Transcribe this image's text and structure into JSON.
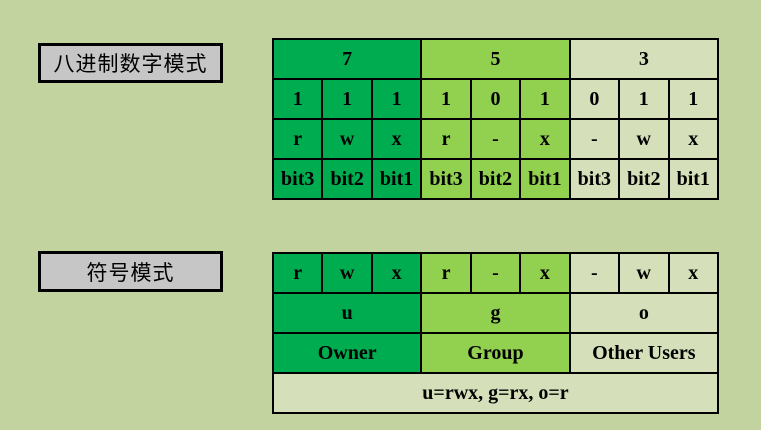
{
  "palette": {
    "background": "#c2d3a0",
    "group1_green": "#00ac50",
    "group2_green": "#92d050",
    "group3_green": "#d5e0ba",
    "label_box_gray": "#c6c6c6",
    "border_black": "#000000"
  },
  "labels": {
    "octal_mode": "八进制数字模式",
    "symbol_mode": "符号模式"
  },
  "octal_table": {
    "digits": [
      "7",
      "5",
      "3"
    ],
    "bits": [
      "1",
      "1",
      "1",
      "1",
      "0",
      "1",
      "0",
      "1",
      "1"
    ],
    "symbols": [
      "r",
      "w",
      "x",
      "r",
      "-",
      "x",
      "-",
      "w",
      "x"
    ],
    "bit_labels": [
      "bit3",
      "bit2",
      "bit1",
      "bit3",
      "bit2",
      "bit1",
      "bit3",
      "bit2",
      "bit1"
    ]
  },
  "symbol_table": {
    "symbols": [
      "r",
      "w",
      "x",
      "r",
      "-",
      "x",
      "-",
      "w",
      "x"
    ],
    "group_letters": [
      "u",
      "g",
      "o"
    ],
    "group_names": [
      "Owner",
      "Group",
      "Other Users"
    ],
    "summary": "u=rwx, g=rx, o=r"
  }
}
